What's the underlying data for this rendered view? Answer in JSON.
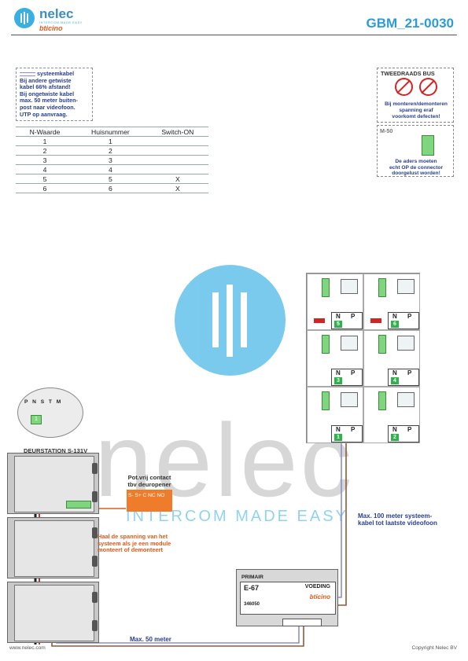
{
  "header": {
    "brand_name": "nelec",
    "brand_sub": "INTERCOM MADE EASY",
    "brand_partner": "bticino",
    "doc_code": "GBM_21-0030"
  },
  "note": {
    "legend": "systeemkabel",
    "lines": [
      "Bij andere getwiste",
      "kabel 66% afstand!",
      "Bij ongetwiste kabel",
      "max. 50 meter buiten-",
      "post naar videofoon.",
      "UTP op aanvraag."
    ]
  },
  "address_table": {
    "headers": [
      "N-Waarde",
      "Huisnummer",
      "Switch-ON"
    ],
    "rows": [
      [
        "1",
        "1",
        ""
      ],
      [
        "2",
        "2",
        ""
      ],
      [
        "3",
        "3",
        ""
      ],
      [
        "4",
        "4",
        ""
      ],
      [
        "5",
        "5",
        "X"
      ],
      [
        "6",
        "6",
        "X"
      ]
    ]
  },
  "warning": {
    "title": "TWEEDRAADS BUS",
    "lines": [
      "Bij monteren/demonteren",
      "spanning eraf",
      "voorkomt defecten!"
    ]
  },
  "m50": {
    "title": "M-50",
    "lines": [
      "De aders moeten",
      "echt OP de connector",
      "doorgelust worden!"
    ]
  },
  "watermark": {
    "word": "nelec",
    "sub": "INTERCOM MADE EASY"
  },
  "monitors": [
    {
      "n": "5",
      "np": "N P"
    },
    {
      "n": "6",
      "np": "N P"
    },
    {
      "n": "3",
      "np": "N P"
    },
    {
      "n": "4",
      "np": "N P"
    },
    {
      "n": "1",
      "np": "N P"
    },
    {
      "n": "2",
      "np": "N P"
    }
  ],
  "door_station": {
    "title": "DEURSTATION S-131V",
    "zoom_labels": "P N S T M",
    "zoom_value": "1"
  },
  "contact": {
    "label_line1": "Pot.vrij contact",
    "label_line2": "tbv deuropener",
    "terminals": "S-  S+ C  NC NO"
  },
  "orange_note": {
    "lines": [
      "Haal de spanning van het",
      "systeem als je een module",
      "monteert of demonteert"
    ]
  },
  "blue_note": {
    "lines": [
      "Max. 100 meter systeem-",
      "kabel tot laatste videofoon"
    ]
  },
  "cable_note": "Max. 50 meter",
  "psu": {
    "primair": "PRIMAIR",
    "model": "E-67",
    "type": "VOEDING",
    "brand": "bticino",
    "code": "346050"
  },
  "footer": {
    "left": "www.nelec.com",
    "right": "Copyright Nelec BV"
  }
}
